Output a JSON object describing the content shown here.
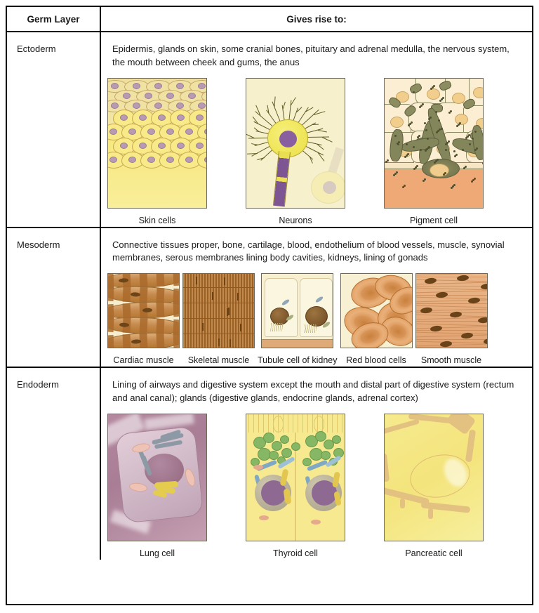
{
  "table": {
    "headers": {
      "germ_layer": "Germ Layer",
      "gives_rise_to": "Gives rise to:"
    },
    "rows": [
      {
        "layer": "Ectoderm",
        "description": "Epidermis, glands on skin, some cranial bones, pituitary and adrenal medulla, the nervous system, the mouth between cheek and gums, the anus",
        "figures": [
          {
            "caption": "Skin cells",
            "art": "skin-cells-illustration"
          },
          {
            "caption": "Neurons",
            "art": "neuron-illustration"
          },
          {
            "caption": "Pigment cell",
            "art": "pigment-cell-illustration"
          }
        ]
      },
      {
        "layer": "Mesoderm",
        "description": "Connective tissues proper, bone, cartilage, blood, endothelium of blood vessels, muscle, synovial membranes, serous membranes lining body cavities, kidneys, lining of gonads",
        "figures": [
          {
            "caption": "Cardiac muscle",
            "art": "cardiac-muscle-illustration"
          },
          {
            "caption": "Skeletal muscle",
            "art": "skeletal-muscle-illustration"
          },
          {
            "caption": "Tubule cell of kidney",
            "art": "kidney-tubule-cell-illustration"
          },
          {
            "caption": "Red blood cells",
            "art": "red-blood-cells-illustration"
          },
          {
            "caption": "Smooth muscle",
            "art": "smooth-muscle-illustration"
          }
        ]
      },
      {
        "layer": "Endoderm",
        "description": "Lining of airways and digestive system except the mouth and distal part of digestive system (rectum and anal canal); glands (digestive glands, endocrine glands, adrenal cortex)",
        "figures": [
          {
            "caption": "Lung cell",
            "art": "lung-cell-illustration"
          },
          {
            "caption": "Thyroid cell",
            "art": "thyroid-cell-illustration"
          },
          {
            "caption": "Pancreatic cell",
            "art": "pancreatic-cell-illustration"
          }
        ]
      }
    ]
  },
  "colors": {
    "border": "#000000",
    "background": "#ffffff",
    "text": "#1a1a1a",
    "skin_cell_yellow": "#f7e77d",
    "neuron_yellow": "#ecdf45",
    "neuron_nucleus_purple": "#8a5fa0",
    "pigment_olive": "#7f8157",
    "muscle_brown": "#b4762f",
    "rbc_orange": "#d9914f",
    "lung_mauve": "#c0a4b6",
    "thyroid_yellow": "#f7e98f",
    "thyroid_vesicle_green": "#85b764",
    "pancreas_nucleus_orange": "#ea9a4f"
  }
}
